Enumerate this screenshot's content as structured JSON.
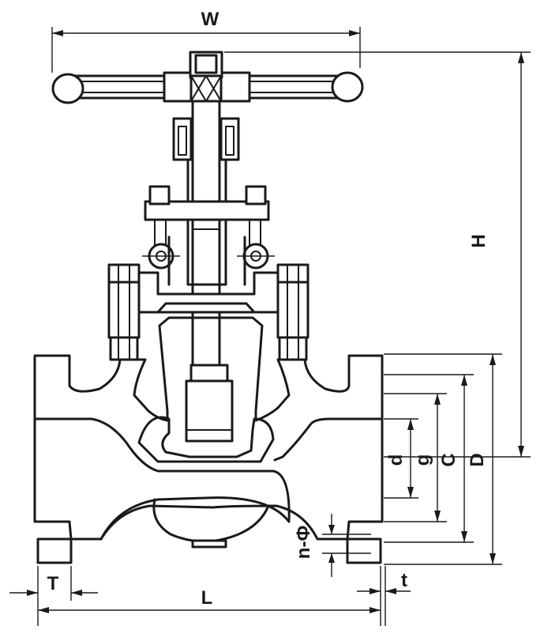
{
  "labels": {
    "W": "W",
    "H": "H",
    "L": "L",
    "T": "T",
    "t": "t",
    "D": "D",
    "C": "C",
    "g": "g",
    "d": "d",
    "nphi": "n-Φ"
  },
  "colors": {
    "line": "#1a1a1a",
    "background": "#ffffff"
  }
}
